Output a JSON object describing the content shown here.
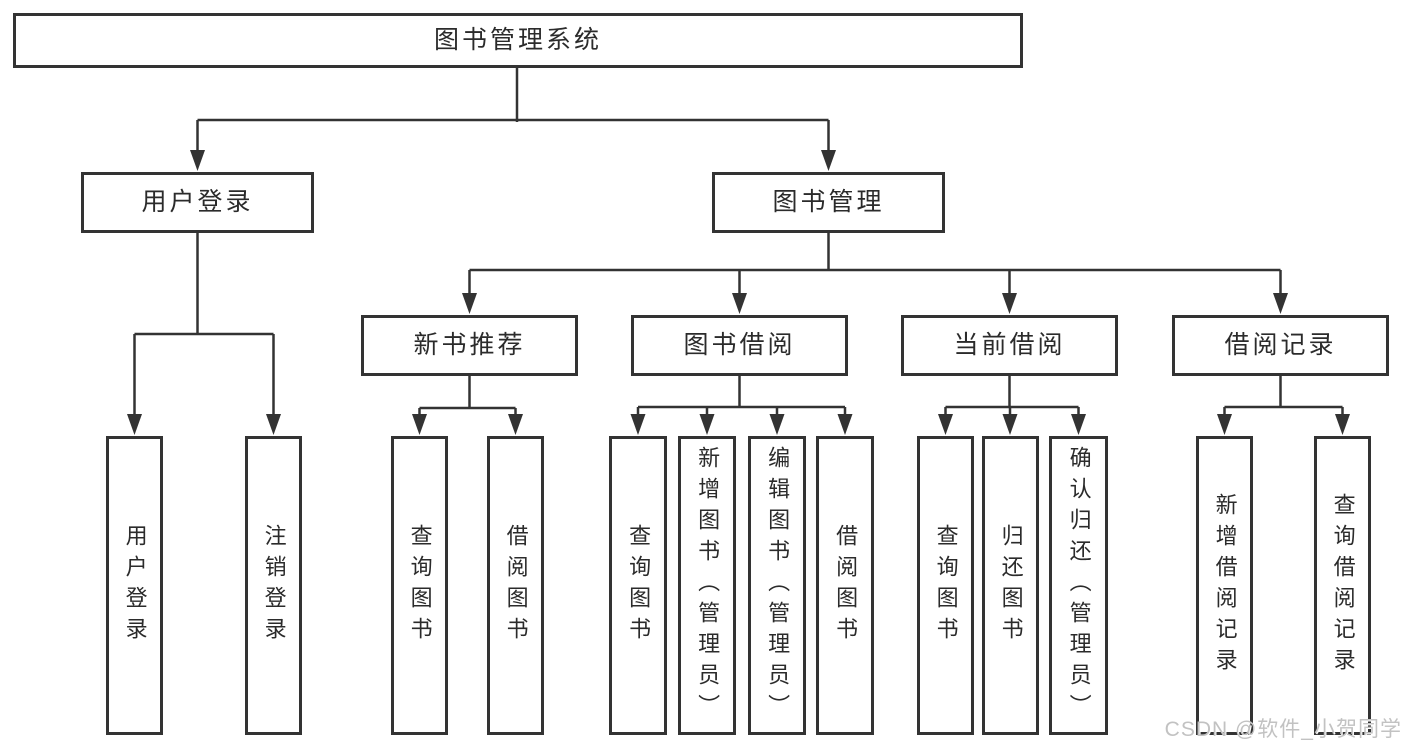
{
  "nodes": {
    "root": "图书管理系统",
    "user_login": "用户登录",
    "book_mgmt": "图书管理",
    "new_books": "新书推荐",
    "book_borrow": "图书借阅",
    "current_borrow": "当前借阅",
    "borrow_records": "借阅记录",
    "leaves": {
      "user_login": [
        "用户登录",
        "注销登录"
      ],
      "new_books": [
        "查询图书",
        "借阅图书"
      ],
      "book_borrow": [
        "查询图书",
        "新增图书（管理员）",
        "编辑图书（管理员）",
        "借阅图书"
      ],
      "current_borrow": [
        "查询图书",
        "归还图书",
        "确认归还（管理员）"
      ],
      "borrow_records": [
        "新增借阅记录",
        "查询借阅记录"
      ]
    }
  },
  "watermark": "CSDN @软件_小贺同学",
  "colors": {
    "line": "#333333",
    "text": "#2b2b2b",
    "background": "#ffffff",
    "watermark": "#c2c2c2"
  }
}
